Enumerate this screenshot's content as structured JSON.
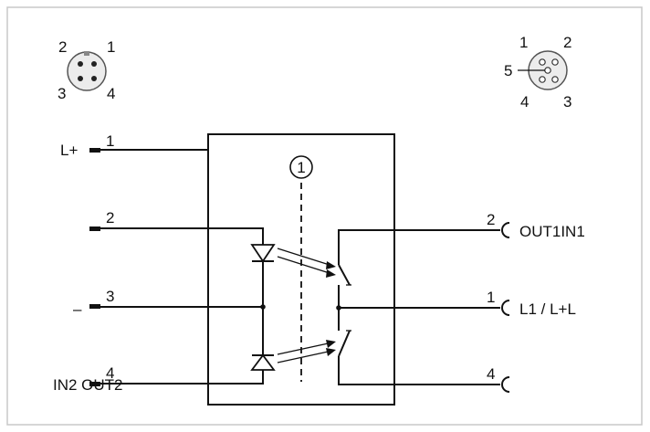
{
  "diagram": {
    "connector_left": {
      "pins": [
        "2",
        "1",
        "3",
        "4"
      ]
    },
    "connector_right": {
      "pins": [
        "1",
        "2",
        "5",
        "4",
        "3"
      ]
    },
    "left_pins": [
      "1",
      "2",
      "3",
      "4"
    ],
    "right_pins": [
      "2",
      "1",
      "4"
    ],
    "left_signals": {
      "supply_plus": "L+",
      "supply_minus": "–",
      "in2_out2": "IN2 OUT2"
    },
    "right_signals": {
      "out1_in1": "OUT1IN1",
      "l1": "L1 / L+L"
    },
    "callout": "1",
    "colors": {
      "frame": "#c8c8c8",
      "line": "#111111",
      "connector_fill": "#ececec"
    }
  }
}
